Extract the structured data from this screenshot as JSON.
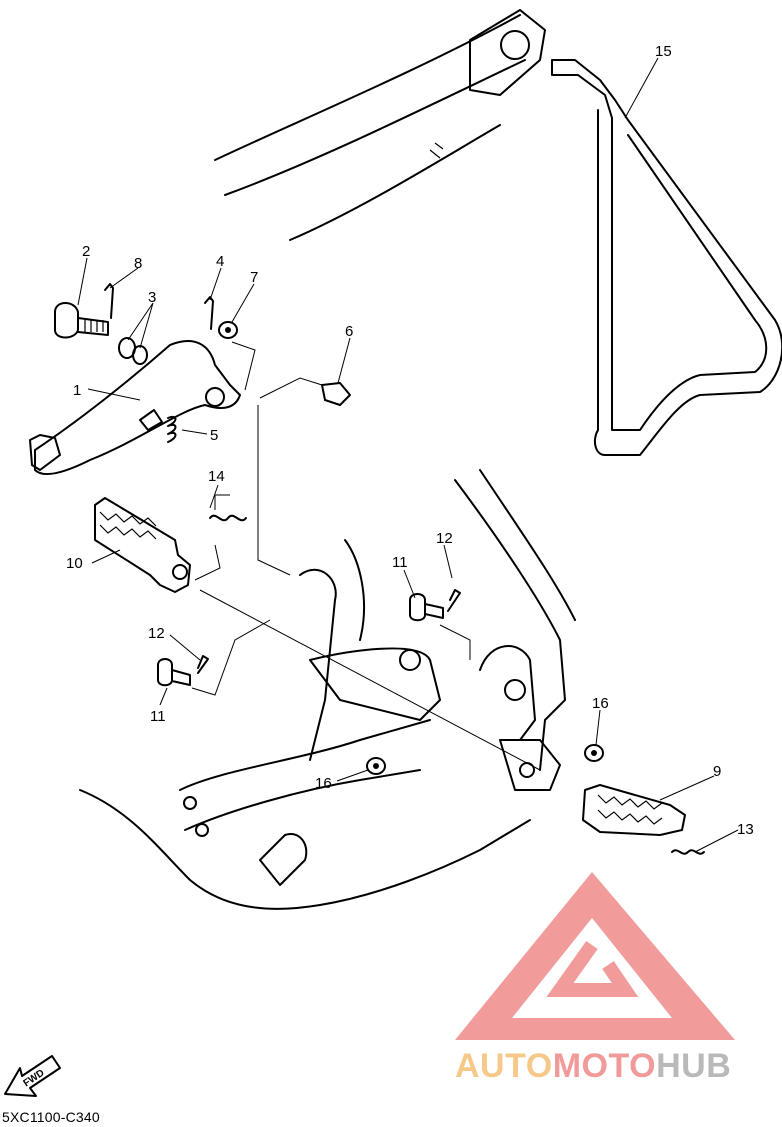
{
  "diagram": {
    "callouts": [
      {
        "id": "c1",
        "text": "1"
      },
      {
        "id": "c2",
        "text": "2"
      },
      {
        "id": "c3",
        "text": "3"
      },
      {
        "id": "c4",
        "text": "4"
      },
      {
        "id": "c5",
        "text": "5"
      },
      {
        "id": "c6",
        "text": "6"
      },
      {
        "id": "c7",
        "text": "7"
      },
      {
        "id": "c8",
        "text": "8"
      },
      {
        "id": "c9",
        "text": "9"
      },
      {
        "id": "c10",
        "text": "10"
      },
      {
        "id": "c11a",
        "text": "11"
      },
      {
        "id": "c11b",
        "text": "11"
      },
      {
        "id": "c12a",
        "text": "12"
      },
      {
        "id": "c12b",
        "text": "12"
      },
      {
        "id": "c13",
        "text": "13"
      },
      {
        "id": "c14",
        "text": "14"
      },
      {
        "id": "c15",
        "text": "15"
      },
      {
        "id": "c16a",
        "text": "16"
      },
      {
        "id": "c16b",
        "text": "16"
      }
    ],
    "fwd_label": "FWD",
    "diagram_code": "5XC1100-C340"
  },
  "watermark": {
    "brand_text": "AUTOMOTOHUB",
    "colors": {
      "triangle": "#f08a8a",
      "auto": "#f6c98a",
      "moto": "#f29a9a",
      "hub": "#b9b9b9"
    }
  }
}
